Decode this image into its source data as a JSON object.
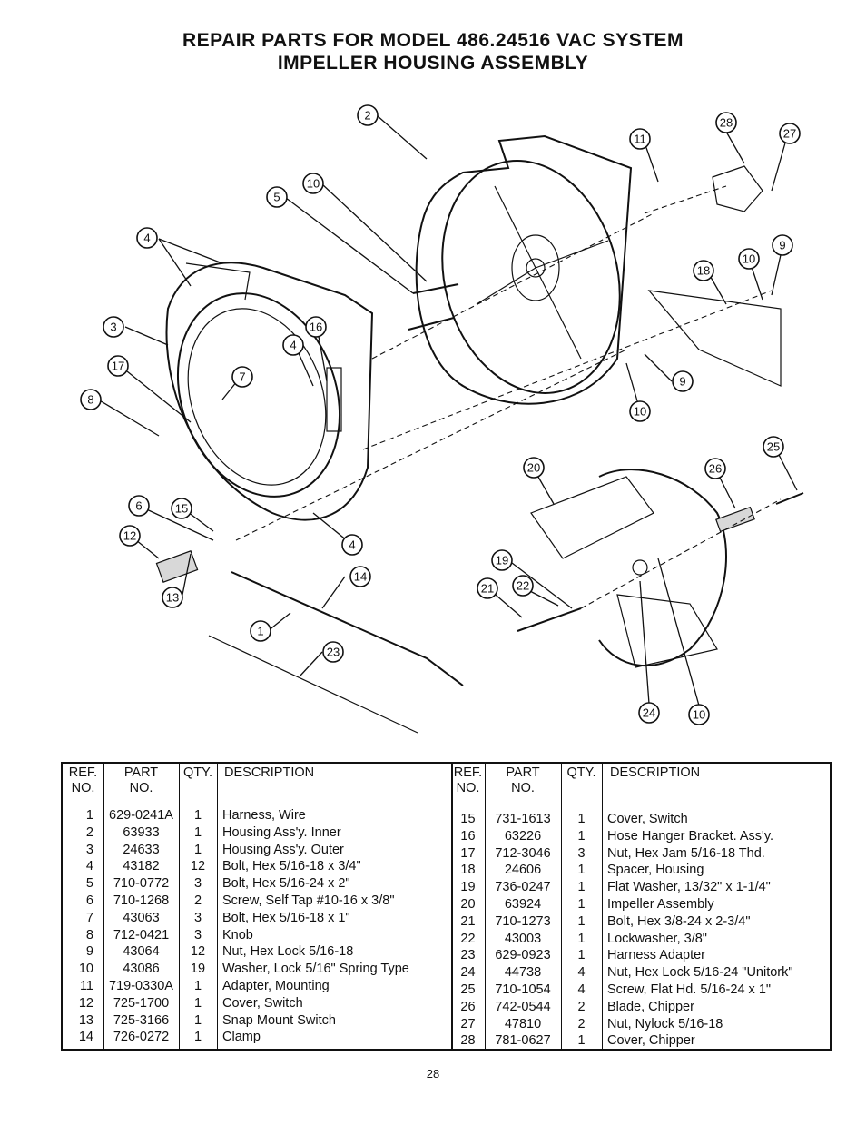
{
  "header": {
    "title_line1": "REPAIR PARTS FOR MODEL 486.24516 VAC SYSTEM",
    "title_line2": "IMPELLER HOUSING ASSEMBLY"
  },
  "diagram": {
    "callouts": [
      "2",
      "28",
      "27",
      "11",
      "10",
      "5",
      "4",
      "9",
      "10",
      "18",
      "3",
      "16",
      "4",
      "7",
      "17",
      "8",
      "9",
      "10",
      "25",
      "20",
      "26",
      "6",
      "15",
      "12",
      "4",
      "19",
      "14",
      "21",
      "22",
      "13",
      "1",
      "23",
      "24",
      "10"
    ]
  },
  "table": {
    "headers": {
      "ref_line1": "REF.",
      "ref_line2": "NO.",
      "part_line1": "PART",
      "part_line2": "NO.",
      "qty": "QTY.",
      "desc": "DESCRIPTION"
    },
    "left_rows": [
      {
        "ref": "1",
        "part": "629-0241A",
        "qty": "1",
        "desc": "Harness, Wire"
      },
      {
        "ref": "2",
        "part": "63933",
        "qty": "1",
        "desc": "Housing Ass'y. Inner"
      },
      {
        "ref": "3",
        "part": "24633",
        "qty": "1",
        "desc": "Housing Ass'y. Outer"
      },
      {
        "ref": "4",
        "part": "43182",
        "qty": "12",
        "desc": "Bolt, Hex 5/16-18 x 3/4\""
      },
      {
        "ref": "5",
        "part": "710-0772",
        "qty": "3",
        "desc": "Bolt, Hex 5/16-24 x 2\""
      },
      {
        "ref": "6",
        "part": "710-1268",
        "qty": "2",
        "desc": "Screw, Self Tap #10-16 x 3/8\""
      },
      {
        "ref": "7",
        "part": "43063",
        "qty": "3",
        "desc": "Bolt, Hex 5/16-18 x 1\""
      },
      {
        "ref": "8",
        "part": "712-0421",
        "qty": "3",
        "desc": "Knob"
      },
      {
        "ref": "9",
        "part": "43064",
        "qty": "12",
        "desc": "Nut, Hex Lock  5/16-18"
      },
      {
        "ref": "10",
        "part": "43086",
        "qty": "19",
        "desc": "Washer, Lock 5/16\" Spring Type"
      },
      {
        "ref": "11",
        "part": "719-0330A",
        "qty": "1",
        "desc": "Adapter, Mounting"
      },
      {
        "ref": "12",
        "part": "725-1700",
        "qty": "1",
        "desc": "Cover, Switch"
      },
      {
        "ref": "13",
        "part": "725-3166",
        "qty": "1",
        "desc": "Snap Mount Switch"
      },
      {
        "ref": "14",
        "part": "726-0272",
        "qty": "1",
        "desc": "Clamp"
      }
    ],
    "right_rows": [
      {
        "ref": "15",
        "part": "731-1613",
        "qty": "1",
        "desc": "Cover, Switch"
      },
      {
        "ref": "16",
        "part": "63226",
        "qty": "1",
        "desc": "Hose Hanger Bracket. Ass'y."
      },
      {
        "ref": "17",
        "part": "712-3046",
        "qty": "3",
        "desc": "Nut, Hex Jam 5/16-18 Thd."
      },
      {
        "ref": "18",
        "part": "24606",
        "qty": "1",
        "desc": "Spacer, Housing"
      },
      {
        "ref": "19",
        "part": "736-0247",
        "qty": "1",
        "desc": "Flat Washer, 13/32\" x 1-1/4\""
      },
      {
        "ref": "20",
        "part": "63924",
        "qty": "1",
        "desc": "Impeller Assembly"
      },
      {
        "ref": "21",
        "part": "710-1273",
        "qty": "1",
        "desc": "Bolt, Hex 3/8-24 x 2-3/4\""
      },
      {
        "ref": "22",
        "part": "43003",
        "qty": "1",
        "desc": "Lockwasher, 3/8\""
      },
      {
        "ref": "23",
        "part": "629-0923",
        "qty": "1",
        "desc": "Harness Adapter"
      },
      {
        "ref": "24",
        "part": "44738",
        "qty": "4",
        "desc": "Nut, Hex Lock 5/16-24 \"Unitork\""
      },
      {
        "ref": "25",
        "part": "710-1054",
        "qty": "4",
        "desc": "Screw, Flat Hd. 5/16-24 x 1\""
      },
      {
        "ref": "26",
        "part": "742-0544",
        "qty": "2",
        "desc": "Blade, Chipper"
      },
      {
        "ref": "27",
        "part": "47810",
        "qty": "2",
        "desc": "Nut, Nylock 5/16-18"
      },
      {
        "ref": "28",
        "part": "781-0627",
        "qty": "1",
        "desc": "Cover, Chipper"
      }
    ]
  },
  "footer": {
    "page_number": "28"
  }
}
